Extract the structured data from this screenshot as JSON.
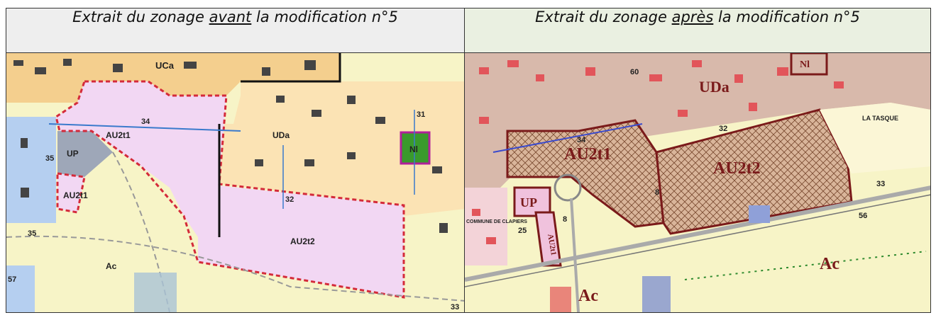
{
  "panels": {
    "before": {
      "title_pre": "Extrait du zonage ",
      "title_em": "avant",
      "title_post": " la modification n°5",
      "labels": {
        "uca": "UCa",
        "uda": "UDa",
        "au2t1": "AU2t1",
        "au2t1b": "AU2t1",
        "up": "UP",
        "nl": "Nl",
        "au2t2": "AU2t2",
        "ac": "Ac",
        "n34": "34",
        "n35a": "35",
        "n35b": "35",
        "n32": "32",
        "n31": "31",
        "n57": "57",
        "n33": "33"
      }
    },
    "after": {
      "title_pre": "Extrait du zonage ",
      "title_em": "après",
      "title_post": " la modification n°5",
      "labels": {
        "uda": "UDa",
        "au2t1": "AU2t1",
        "au2t2": "AU2t2",
        "up": "UP",
        "au2t1b": "AU2t1",
        "ac1": "Ac",
        "ac2": "Ac",
        "nl": "Nl",
        "tasque": "LA TASQUE",
        "clapiers": "COMMUNE DE CLAPIERS",
        "n60": "60",
        "n34": "34",
        "n32": "32",
        "n8": "8",
        "n33": "33",
        "n25": "25",
        "n56": "56",
        "n58": "8"
      }
    }
  }
}
